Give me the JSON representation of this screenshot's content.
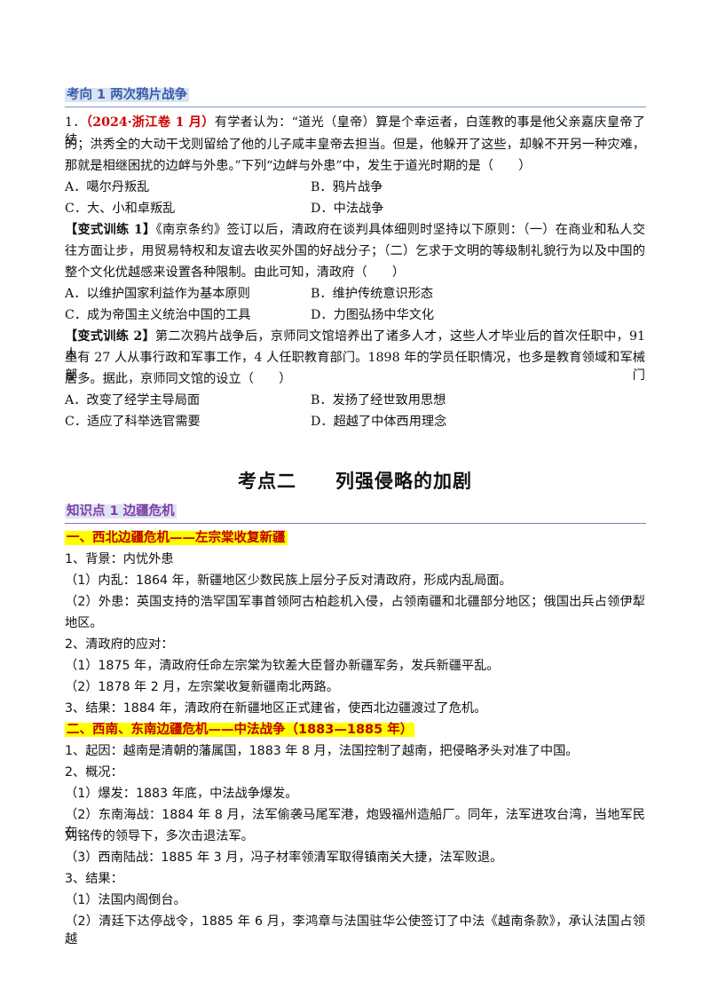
{
  "section1": {
    "heading": "考向 1  两次鸦片战争",
    "q1": {
      "num": "1．",
      "source": "（2024·浙江卷 1 月）",
      "line1": "有学者认为：“道光（皇帝）算是个幸运者，白莲教的事是他父亲嘉庆皇帝了结",
      "line2": "的；洪秀全的大动干戈则留给了他的儿子咸丰皇帝去担当。但是，他躲开了这些，却躲不开另一种灾难，",
      "line3": "那就是相继困扰的边衅与外患。”下列“边衅与外患”中，发生于道光时期的是（　　）",
      "optA": "A．噶尔丹叛乱",
      "optB": "B．鸦片战争",
      "optC": "C．大、小和卓叛乱",
      "optD": "D．中法战争"
    },
    "v1": {
      "label": "【变式训练 1】",
      "line1": "《南京条约》签订以后，清政府在谈判具体细则时坚持以下原则：（一）在商业和私人交",
      "line2": "往方面让步，用贸易特权和友谊去收买外国的好战分子；（二）乞求于文明的等级制礼貌行为以及中国的",
      "line3": "整个文化优越感来设置各种限制。由此可知，清政府（　　）",
      "optA": "A．以维护国家利益作为基本原则",
      "optB": "B．维护传统意识形态",
      "optC": "C．成为帝国主义统治中国的工具",
      "optD": "D．力图弘扬中华文化"
    },
    "v2": {
      "label": "【变式训练 2】",
      "line1": "第二次鸦片战争后，京师同文馆培养出了诸多人才，这些人才毕业后的首次任职中，91 人",
      "line2": "里有 27 人从事行政和军事工作，4 人任职教育部门。1898 年的学员任职情况，也多是教育领域和军械部门",
      "line3": "居多。据此，京师同文馆的设立（　　）",
      "optA": "A．改变了经学主导局面",
      "optB": "B．发扬了经世致用思想",
      "optC": "C．适应了科举选官需要",
      "optD": "D．超越了中体西用理念"
    }
  },
  "section2": {
    "title_left": "考点二",
    "title_right": "列强侵略的加剧",
    "knowledge": "知识点 1  边疆危机",
    "sub1": "一、西北边疆危机——左宗棠收复新疆",
    "p": [
      "1、背景：内忧外患",
      "（1）内乱：1864 年，新疆地区少数民族上层分子反对清政府，形成内乱局面。",
      "（2）外患：英国支持的浩罕国军事首领阿古柏趁机入侵，占领南疆和北疆部分地区；俄国出兵占领伊犁",
      "地区。",
      "2、清政府的应对：",
      "（1）1875 年，清政府任命左宗棠为钦差大臣督办新疆军务，发兵新疆平乱。",
      "（2）1878 年 2 月，左宗棠收复新疆南北两路。",
      "3、结果：1884 年，清政府在新疆地区正式建省，使西北边疆渡过了危机。"
    ],
    "sub2": "二、西南、东南边疆危机——中法战争（1883—1885 年）",
    "q": [
      "1、起因：越南是清朝的藩属国，1883 年 8 月，法国控制了越南，把侵略矛头对准了中国。",
      "2、概况：",
      "（1）爆发：1883 年底，中法战争爆发。",
      "（2）东南海战：1884 年 8 月，法军偷袭马尾军港，炮毁福州造船厂。同年，法军进攻台湾，当地军民在",
      "刘铭传的领导下，多次击退法军。",
      "（3）西南陆战：1885 年 3 月，冯子材率领清军取得镇南关大捷，法军败退。",
      "3、结果：",
      "（1）法国内阁倒台。",
      "（2）清廷下达停战令，1885 年 6 月，李鸿章与法国驻华公使签订了中法《越南条款》，承认法国占领越"
    ]
  }
}
